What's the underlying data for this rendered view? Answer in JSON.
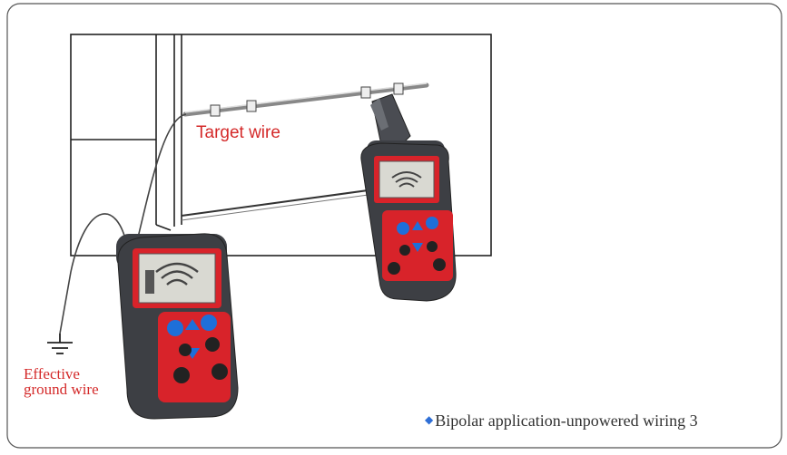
{
  "labels": {
    "target_wire": "Target wire",
    "ground_line1": "Effective",
    "ground_line2": "ground wire",
    "caption": "Bipolar application-unpowered wiring 3"
  },
  "icons": {
    "caption_marker": "diamond-bullet-icon",
    "ground": "ground-symbol-icon"
  },
  "colors": {
    "label_red": "#d42a2a",
    "device_body": "#3d3f44",
    "device_red": "#d8232a",
    "button_blue": "#1e6fd9",
    "caption_marker": "#2f6fd6"
  }
}
